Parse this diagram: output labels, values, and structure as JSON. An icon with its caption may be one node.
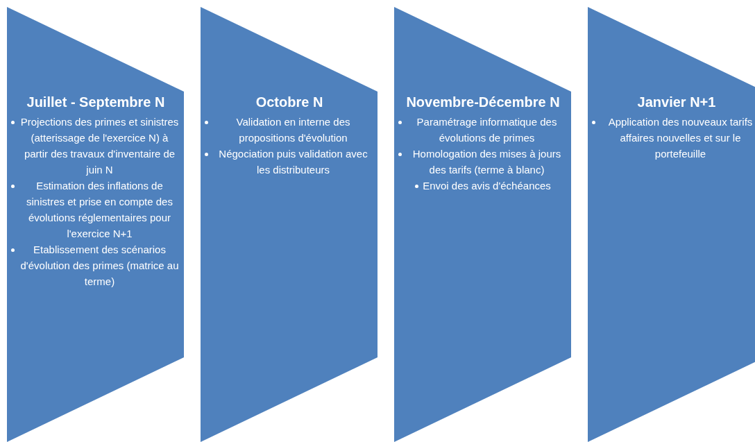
{
  "diagram": {
    "nodes": [
      {
        "text": [
          "Juillet - Septembre N",
          "Projections des primes et sinistres (atterissage de l'exercice N) à partir des travaux d'inventaire de juin N",
          "Estimation des inflations de sinistres et prise en compte des évolutions réglementaires pour l'exercice N+1",
          "Etablissement des scénarios d'évolution des primes (matrice au terme)"
        ]
      },
      {
        "text": [
          "Octobre N",
          "Validation en interne des propositions d'évolution",
          "Négociation puis validation avec les distributeurs"
        ]
      },
      {
        "text": [
          "Novembre-Décembre N",
          "Paramétrage informatique des évolutions de primes",
          "Homologation des mises à jours des tarifs (terme à blanc)",
          "Envoi des avis d'échéances"
        ]
      },
      {
        "text": [
          "Janvier N+1",
          "Application des nouveaux tarifs affaires nouvelles et sur le portefeuille"
        ]
      }
    ]
  }
}
